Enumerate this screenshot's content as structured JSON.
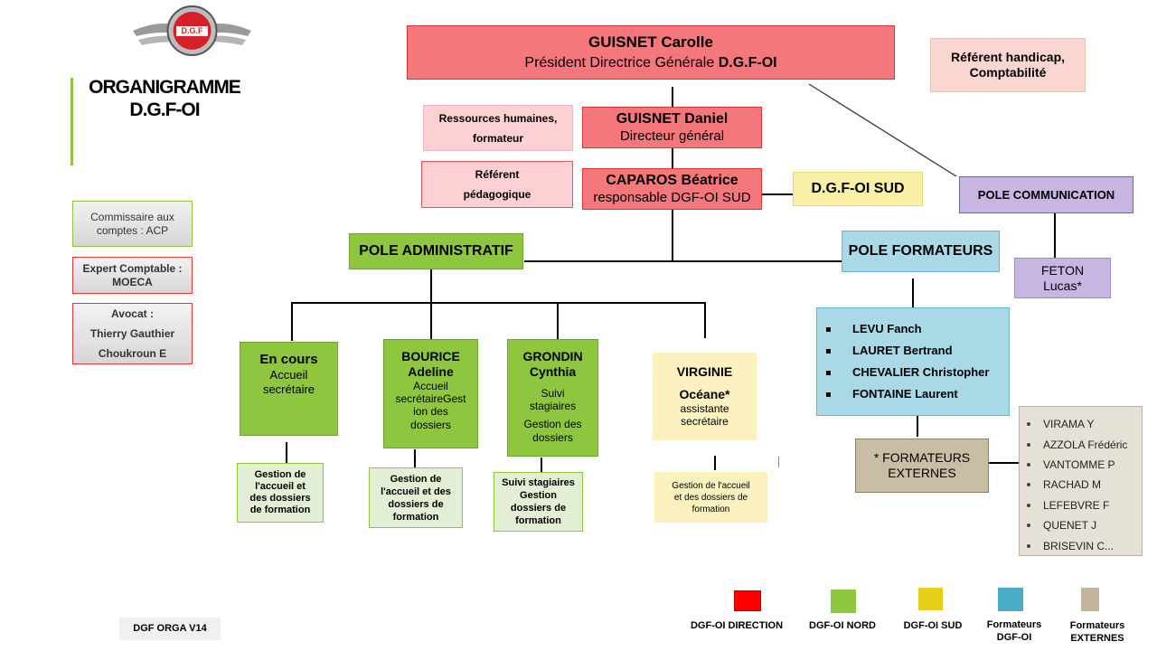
{
  "title": [
    "ORGANIGRAMME",
    "D.G.F-OI"
  ],
  "logo_text": "D.G.F",
  "president": {
    "name": "GUISNET Carolle",
    "role_prefix": "Président Directrice Générale ",
    "role_org": "D.G.F-OI"
  },
  "handicap": [
    "Référent handicap,",
    "Comptabilité"
  ],
  "rh": [
    "Ressources humaines,",
    "formateur"
  ],
  "ref_peda": [
    "Référent",
    "pédagogique"
  ],
  "directeur": {
    "name": "GUISNET Daniel",
    "role": "Directeur général"
  },
  "caparos": {
    "name": "CAPAROS Béatrice",
    "role": "responsable DGF-OI  SUD"
  },
  "sud": "D.G.F-OI SUD",
  "pole_comm": "POLE COMMUNICATION",
  "feton": [
    "FETON",
    "Lucas*"
  ],
  "pole_admin": "POLE ADMINISTRATIF",
  "pole_form": "POLE FORMATEURS",
  "left_boxes": [
    [
      "Commissaire aux",
      "comptes : ACP"
    ],
    [
      "Expert Comptable :",
      "MOECA"
    ],
    [
      "Avocat :",
      "Thierry Gauthier",
      "Choukroun E"
    ]
  ],
  "staff": [
    {
      "name": [
        "En cours"
      ],
      "role": [
        "Accueil",
        "secrétaire"
      ],
      "task": [
        "Gestion de",
        "l'accueil et",
        "des dossiers",
        "de formation"
      ]
    },
    {
      "name": [
        "BOURICE",
        "Adeline"
      ],
      "role": [
        "Accueil",
        "secrétaireGest",
        "ion des",
        "dossiers"
      ],
      "task": [
        "Gestion de",
        "l'accueil et des",
        "dossiers de",
        "formation"
      ]
    },
    {
      "name": [
        "GRONDIN",
        "Cynthia"
      ],
      "role": [
        "Suivi",
        "stagiaires",
        "Gestion des",
        "dossiers"
      ],
      "task": [
        "Suivi stagiaires",
        "Gestion",
        "dossiers de",
        "formation"
      ]
    },
    {
      "name": [
        "VIRGINIE",
        "Océane*"
      ],
      "role": [
        "assistante",
        "secrétaire"
      ],
      "task": [
        "Gestion de l'accueil",
        "et des dossiers de",
        "formation"
      ]
    }
  ],
  "formateurs": [
    "LEVU Fanch",
    "LAURET Bertrand",
    "CHEVALIER Christopher",
    "FONTAINE Laurent"
  ],
  "formateurs_ext_label": [
    "* FORMATEURS",
    "EXTERNES"
  ],
  "externes": [
    "VIRAMA Y",
    "AZZOLA Frédéric",
    "VANTOMME P",
    "RACHAD M",
    "LEFEBVRE F",
    "QUENET J",
    "BRISEVIN C..."
  ],
  "version": "DGF ORGA V14",
  "legend": [
    {
      "label": [
        "DGF-OI DIRECTION"
      ],
      "color": "#ff0000"
    },
    {
      "label": [
        "DGF-OI NORD"
      ],
      "color": "#8ec63f"
    },
    {
      "label": [
        "DGF-OI SUD"
      ],
      "color": "#e6cf1a"
    },
    {
      "label": [
        "Formateurs",
        "DGF-OI"
      ],
      "color": "#4bacc6"
    },
    {
      "label": [
        "Formateurs",
        "EXTERNES"
      ],
      "color": "#c4b59c"
    }
  ]
}
